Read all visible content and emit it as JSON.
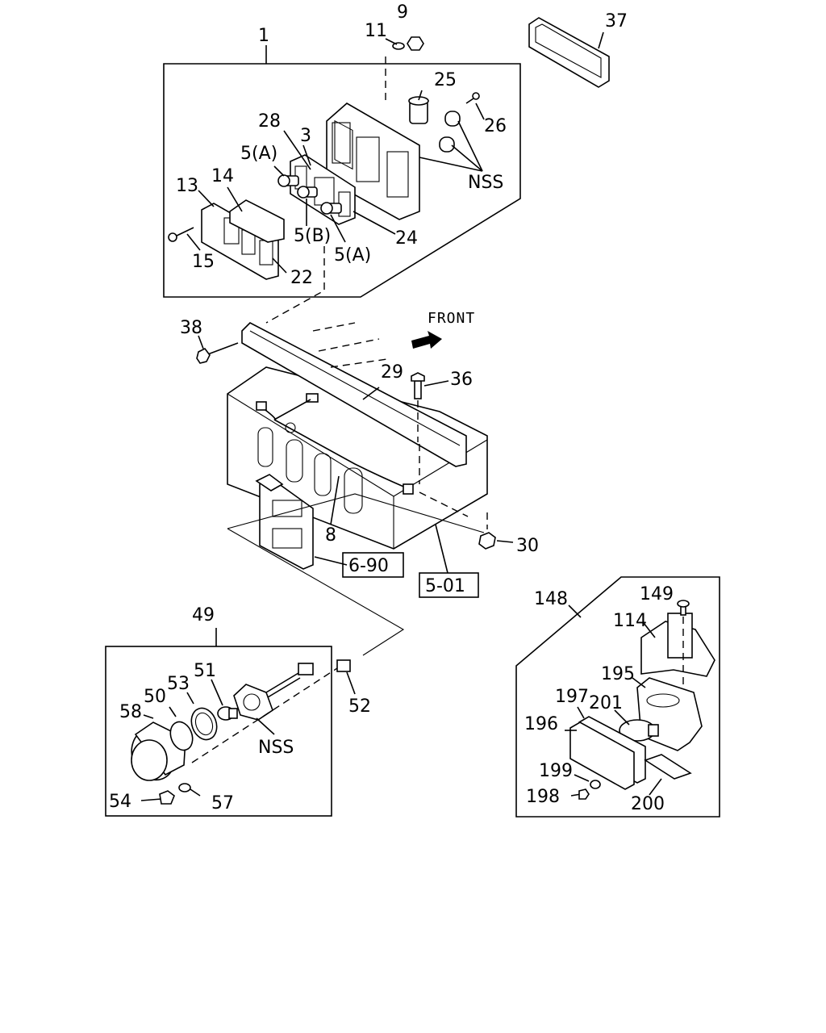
{
  "labels": {
    "l1": "1",
    "l9": "9",
    "l11": "11",
    "l37": "37",
    "l25": "25",
    "l26": "26",
    "l28": "28",
    "l3": "3",
    "l5a_top": "5(A)",
    "l13": "13",
    "l14": "14",
    "lnss_top": "NSS",
    "l5b": "5(B)",
    "l5a_bot": "5(A)",
    "l24": "24",
    "l15": "15",
    "l22": "22",
    "l38": "38",
    "l29": "29",
    "l36": "36",
    "l8": "8",
    "l30": "30",
    "l49": "49",
    "l51": "51",
    "l53": "53",
    "l50": "50",
    "l58": "58",
    "lnss_mid": "NSS",
    "l52": "52",
    "l54": "54",
    "l57": "57",
    "l148": "148",
    "l149": "149",
    "l114": "114",
    "l195": "195",
    "l197": "197",
    "l201": "201",
    "l196": "196",
    "l199": "199",
    "l198": "198",
    "l200": "200"
  },
  "direction": {
    "front": "FRONT"
  },
  "references": {
    "ref_690": "6-90",
    "ref_501": "5-01"
  }
}
